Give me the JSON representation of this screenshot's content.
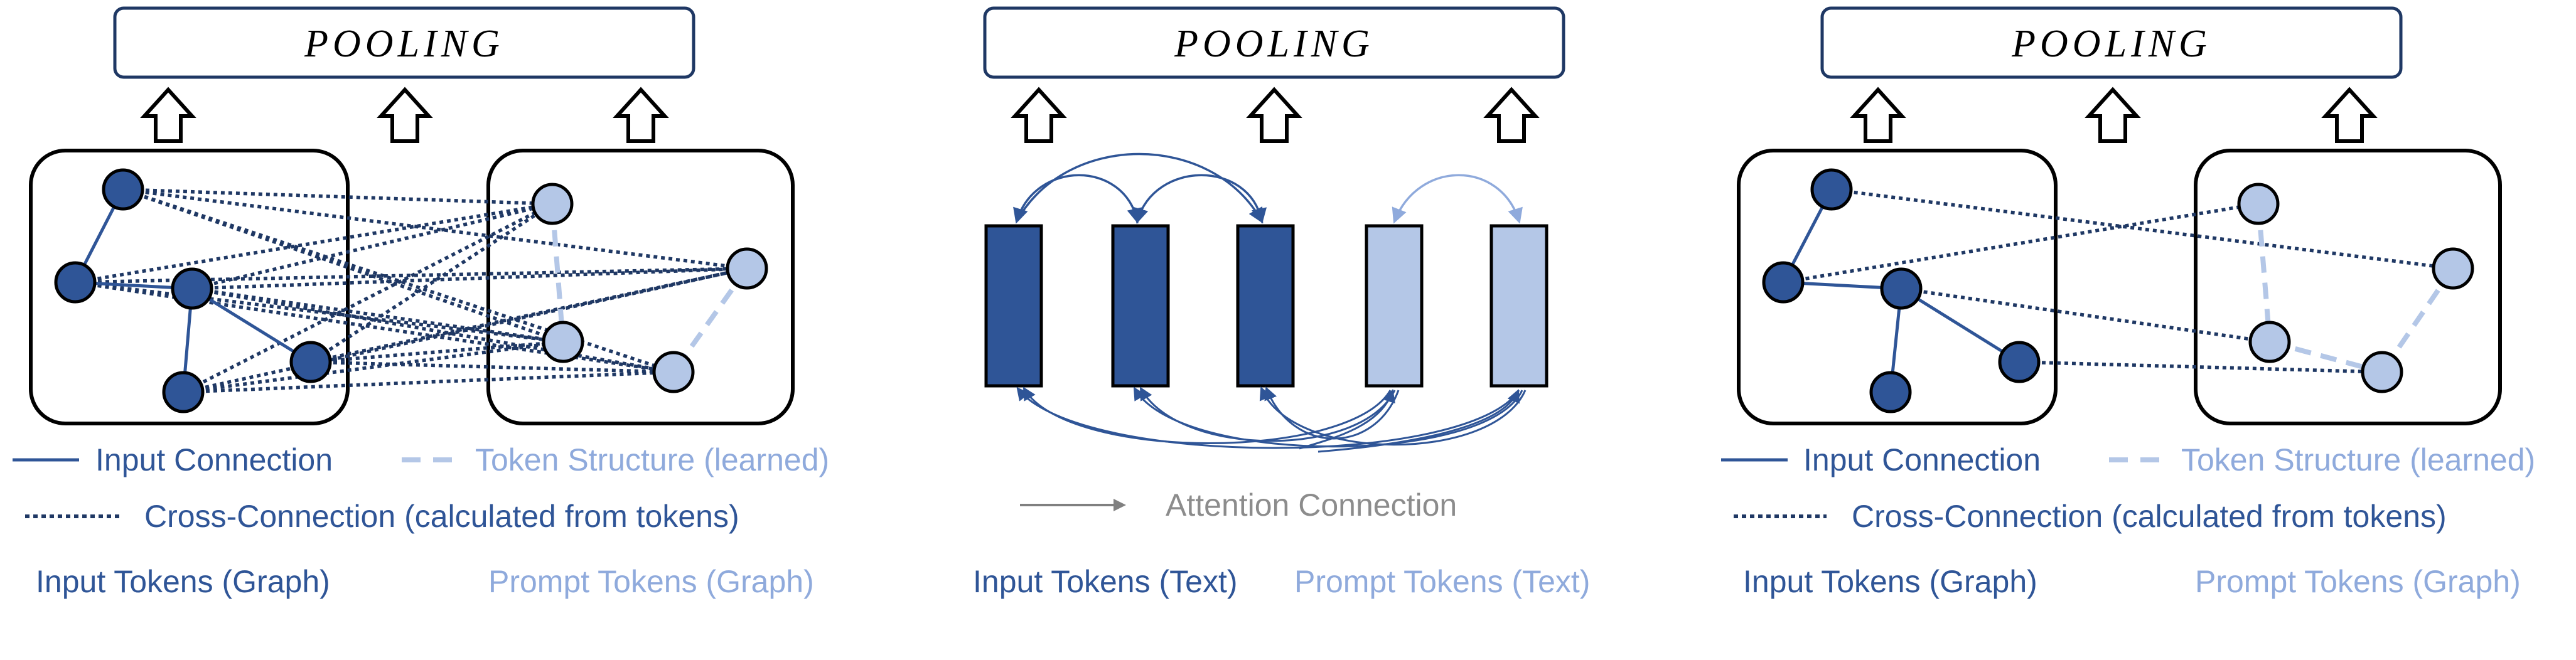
{
  "pooling_label": "POOLING",
  "panels": [
    {
      "legend": {
        "input_connection": "Input Connection",
        "token_structure": "Token Structure (learned)",
        "cross_connection": "Cross-Connection (calculated from tokens)"
      },
      "groups": {
        "input_tokens": "Input Tokens (Graph)",
        "prompt_tokens": "Prompt Tokens (Graph)"
      }
    },
    {
      "legend": {
        "attention_connection": "Attention Connection"
      },
      "groups": {
        "input_tokens": "Input Tokens (Text)",
        "prompt_tokens": "Prompt Tokens (Text)"
      }
    },
    {
      "legend": {
        "input_connection": "Input Connection",
        "token_structure": "Token Structure (learned)",
        "cross_connection": "Cross-Connection (calculated from tokens)"
      },
      "groups": {
        "input_tokens": "Input Tokens (Graph)",
        "prompt_tokens": "Prompt Tokens (Graph)"
      }
    }
  ],
  "colors": {
    "input_token": "#2F5597",
    "prompt_token": "#B4C7E7",
    "cross_connection": "#1F3864",
    "attention_connection": "#808080"
  }
}
